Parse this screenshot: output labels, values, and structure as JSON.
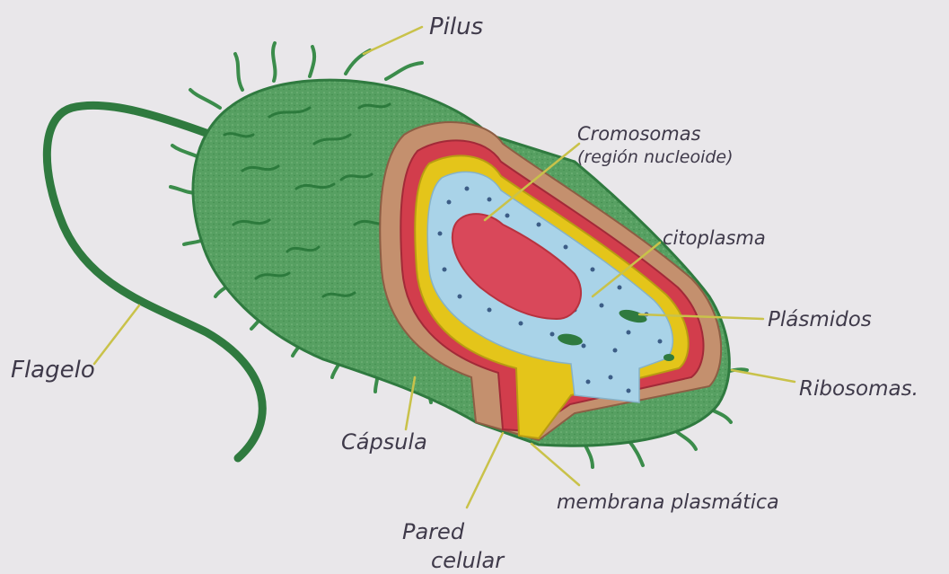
{
  "diagram": {
    "labels": {
      "pilus": "Pilus",
      "cromosomas_line1": "Cromosomas",
      "cromosomas_line2": "(región nucleoide)",
      "citoplasma": "citoplasma",
      "plasmidos": "Plásmidos",
      "ribosomas": "Ribosomas.",
      "membrana": "membrana plasmática",
      "pared_line1": "Pared",
      "pared_line2": "celular",
      "capsula": "Cápsula",
      "flagelo": "Flagelo"
    },
    "colors": {
      "paper": "#e9e7ea",
      "cell_green": "#4f9a5c",
      "cell_green_dark": "#2f7a3f",
      "capsule_brown": "#c4906e",
      "wall_red": "#d23d4c",
      "membrane_yellow": "#e4c51a",
      "cytoplasm_blue": "#a9d3e8",
      "nucleoid_red": "#d9485a",
      "leader_line": "#c9c24a",
      "text": "#3f3a4a"
    }
  }
}
